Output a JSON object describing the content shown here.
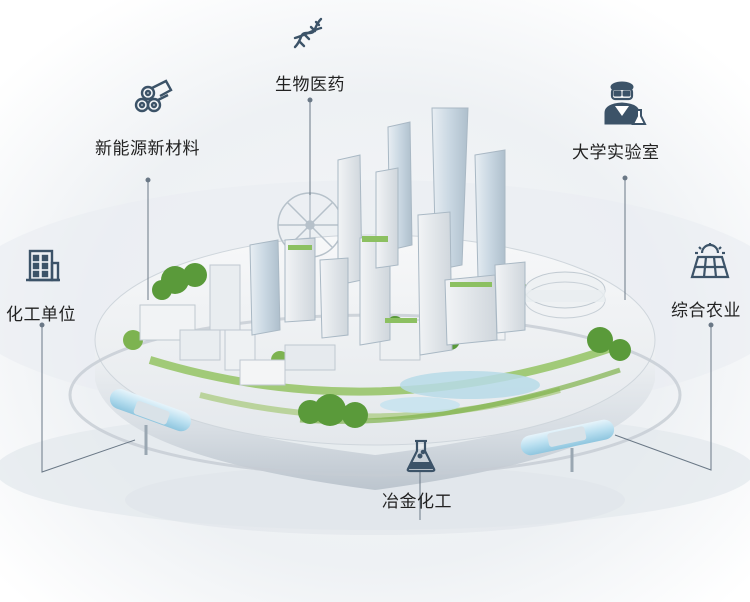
{
  "labels": {
    "biomedicine": "生物医药",
    "new_energy_materials": "新能源新材料",
    "university_lab": "大学实验室",
    "chemical_units": "化工单位",
    "integrated_agriculture": "综合农业",
    "metallurgy_chemical": "冶金化工"
  },
  "colors": {
    "icon": "#3c5368",
    "leader_line": "#5a6a7a",
    "text": "#222222"
  }
}
